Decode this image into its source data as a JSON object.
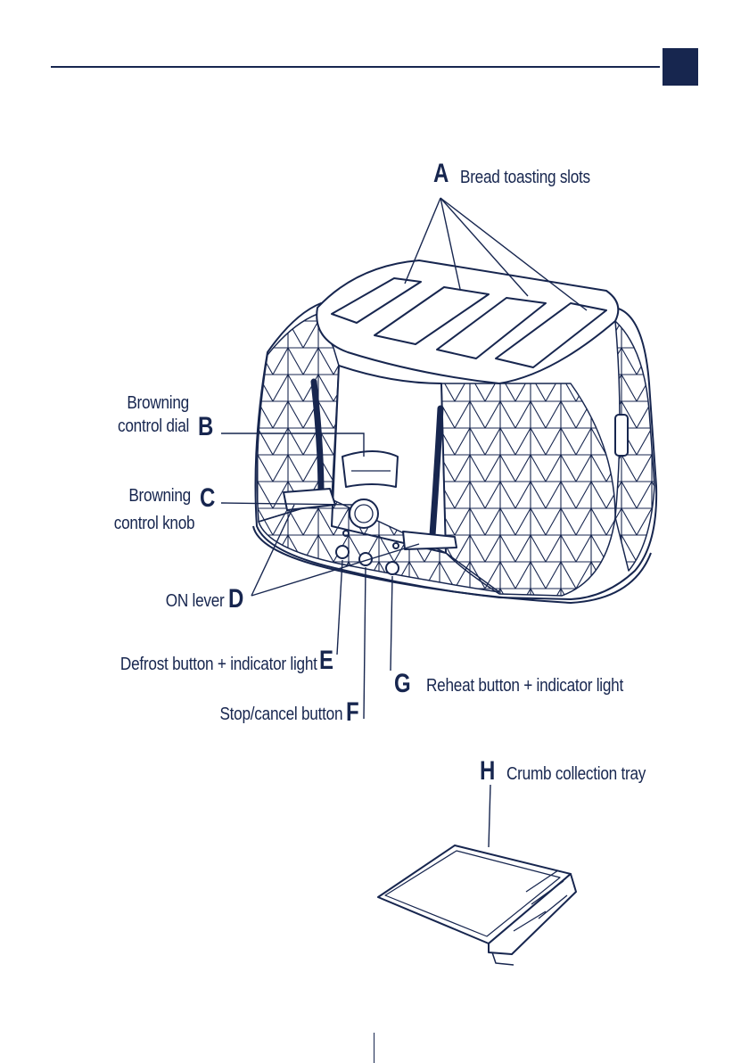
{
  "colors": {
    "ink": "#17264f",
    "background": "#ffffff"
  },
  "labels": {
    "a": {
      "letter": "A",
      "text": "Bread toasting slots"
    },
    "b": {
      "letter": "B",
      "line1": "Browning",
      "line2": "control dial"
    },
    "c": {
      "letter": "C",
      "line1": "Browning",
      "line2": "control knob"
    },
    "d": {
      "letter": "D",
      "text": "ON lever"
    },
    "e": {
      "letter": "E",
      "text": "Defrost button + indicator light"
    },
    "f": {
      "letter": "F",
      "text": "Stop/cancel button"
    },
    "g": {
      "letter": "G",
      "text": "Reheat button + indicator light"
    },
    "h": {
      "letter": "H",
      "text": "Crumb collection tray"
    }
  },
  "icons": [
    "toaster-illustration",
    "crumb-tray-illustration"
  ]
}
